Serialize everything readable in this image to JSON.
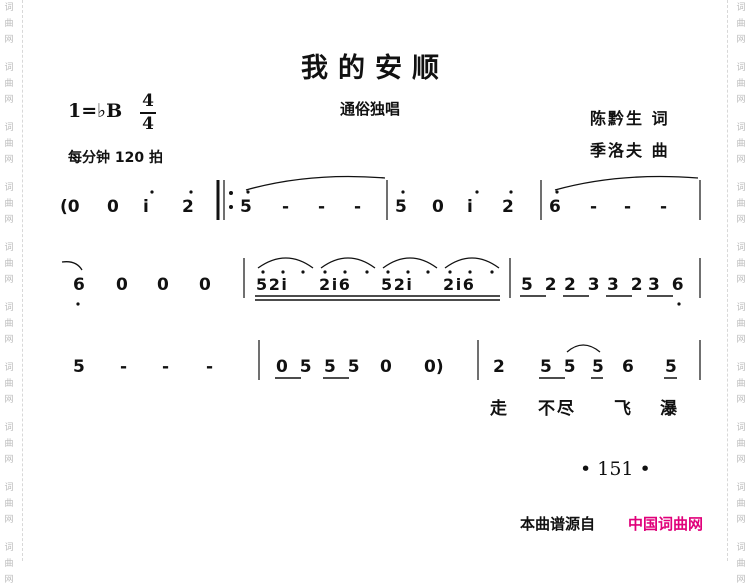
{
  "song": {
    "title": "我的安顺",
    "key": "1=♭B",
    "time_top": "4",
    "time_bottom": "4",
    "tempo": "每分钟 120 拍",
    "style": "通俗独唱",
    "lyricist": "陈黔生 词",
    "composer": "季洛夫 曲"
  },
  "rows": [
    {
      "notes": [
        "(0",
        "0",
        "i",
        "2",
        "5",
        "-",
        "-",
        "-",
        "5",
        "0",
        "i",
        "2",
        "6",
        "-",
        "-",
        "-"
      ]
    },
    {
      "notes": [
        "6",
        "0",
        "0",
        "0",
        "5 2 i",
        "2 i 6",
        "5 2 i",
        "2 i 6",
        "5 2",
        "2 3",
        "3 2",
        "3 6"
      ]
    },
    {
      "notes": [
        "5",
        "-",
        "-",
        "-",
        "0 5",
        "5 5",
        "0",
        "0)",
        "2",
        "5 5",
        "5",
        "6",
        "5"
      ],
      "lyrics": [
        "走",
        "不尽",
        "飞",
        "瀑"
      ]
    }
  ],
  "footer": {
    "page_number": "• 151 •",
    "source_label": "本曲谱源自",
    "site_name": "中国词曲网",
    "site_color": "#e0007a"
  },
  "watermark": {
    "chars": [
      "词",
      "曲",
      "网"
    ]
  }
}
